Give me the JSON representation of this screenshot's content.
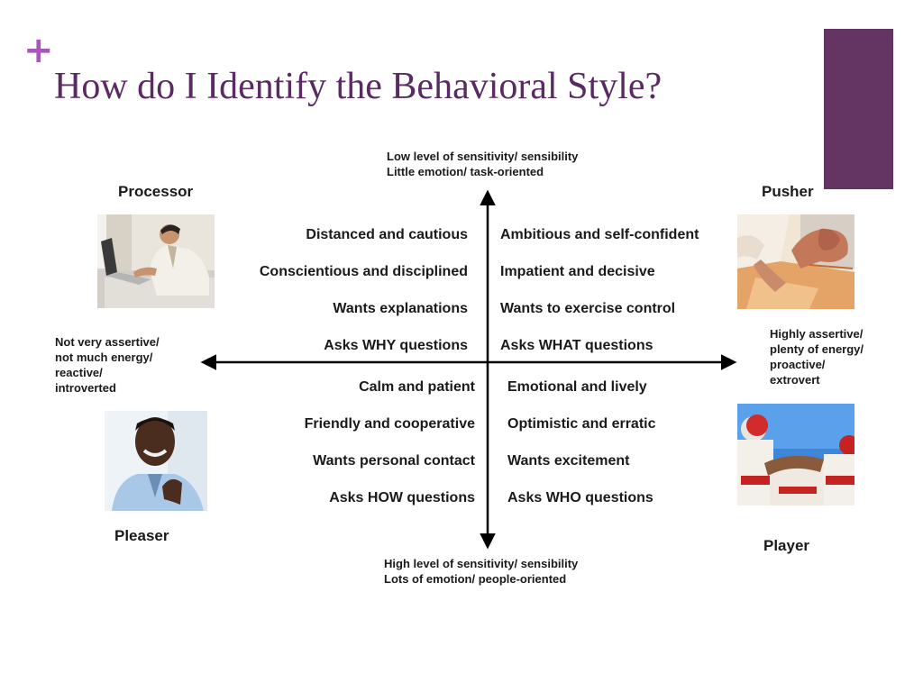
{
  "slide": {
    "plus_glyph": "+",
    "title": "How do I Identify the Behavioral Style?"
  },
  "axis": {
    "top_line1": "Low level of sensitivity/ sensibility",
    "top_line2": "Little emotion/ task-oriented",
    "bottom_line1": "High level of sensitivity/ sensibility",
    "bottom_line2": "Lots of emotion/ people-oriented",
    "left_lines": [
      "Not very assertive/",
      "not much energy/",
      "reactive/",
      "introverted"
    ],
    "right_lines": [
      "Highly assertive/",
      "plenty of energy/",
      "proactive/",
      "extrovert"
    ]
  },
  "quadrants": {
    "processor": {
      "name": "Processor",
      "traits": [
        "Distanced and cautious",
        "Conscientious and disciplined",
        "Wants explanations",
        "Asks WHY questions"
      ]
    },
    "pusher": {
      "name": "Pusher",
      "traits": [
        "Ambitious and self-confident",
        "Impatient and decisive",
        "Wants to exercise control",
        "Asks WHAT questions"
      ]
    },
    "pleaser": {
      "name": "Pleaser",
      "traits": [
        "Calm and patient",
        "Friendly and cooperative",
        "Wants personal contact",
        "Asks HOW questions"
      ]
    },
    "player": {
      "name": "Player",
      "traits": [
        "Emotional and lively",
        "Optimistic and erratic",
        "Wants excitement",
        "Asks WHO questions"
      ]
    }
  },
  "colors": {
    "title": "#5a2a63",
    "plus": "#a35bb5",
    "accent_bar": "#643563"
  }
}
